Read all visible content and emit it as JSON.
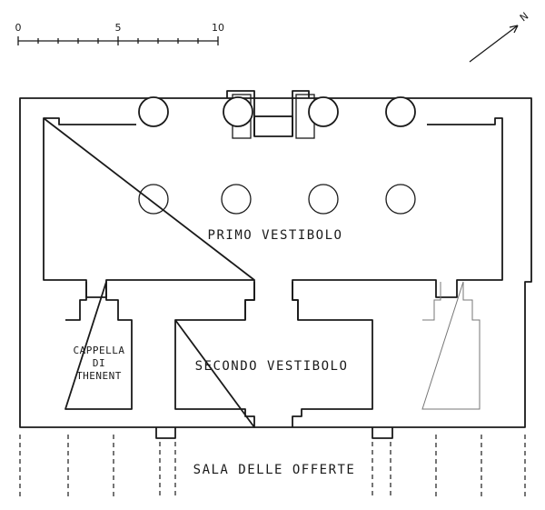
{
  "scale": {
    "ticks": [
      "0",
      "5",
      "10"
    ]
  },
  "north": {
    "label": "N",
    "icon": "north-arrow-icon"
  },
  "rooms": {
    "primo_vestibolo": "PRIMO VESTIBOLO",
    "secondo_vestibolo": "SECONDO VESTIBOLO",
    "cappella": [
      "CAPPELLA",
      "DI",
      "THENENT"
    ],
    "sala_offerte": "SALA DELLE OFFERTE"
  }
}
